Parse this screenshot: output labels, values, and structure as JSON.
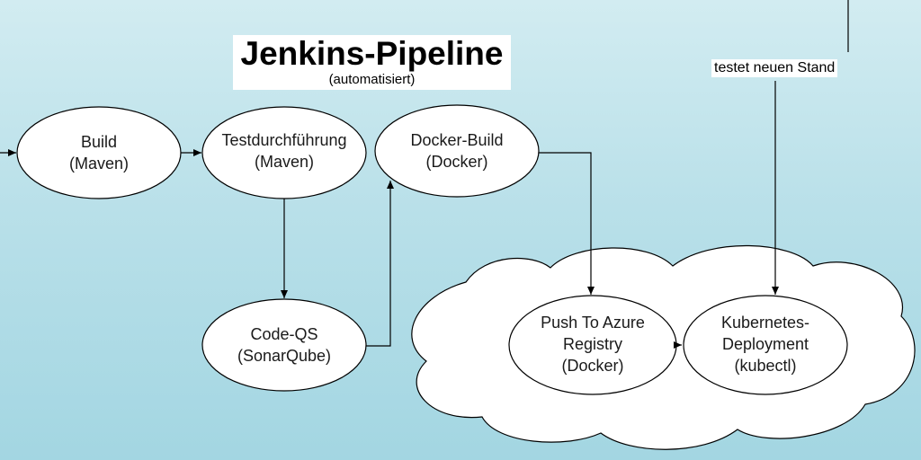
{
  "header": {
    "title": "Jenkins-Pipeline",
    "subtitle": "(automatisiert)"
  },
  "edge_label": "testet neuen Stand",
  "nodes": {
    "build": {
      "line1": "Build",
      "line2": "(Maven)"
    },
    "test": {
      "line1": "Testdurchführung",
      "line2": "(Maven)"
    },
    "docker_build": {
      "line1": "Docker-Build",
      "line2": "(Docker)"
    },
    "code_qs": {
      "line1": "Code-QS",
      "line2": "(SonarQube)"
    },
    "push": {
      "line1": "Push To Azure",
      "line2": "Registry",
      "line3": "(Docker)"
    },
    "k8s": {
      "line1": "Kubernetes-",
      "line2": "Deployment",
      "line3": "(kubectl)"
    }
  }
}
